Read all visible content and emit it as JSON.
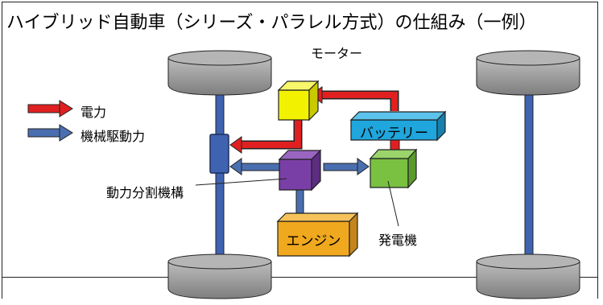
{
  "title": "ハイブリッド自動車（シリーズ・パラレル方式）の仕組み（一例）",
  "legend": [
    {
      "label": "電力",
      "color": "#e02020"
    },
    {
      "label": "機械駆動力",
      "color": "#4a6fb0"
    }
  ],
  "components": {
    "motor": "モーター",
    "battery": "バッテリー",
    "power_split": "動力分割機構",
    "engine": "エンジン",
    "generator": "発電機"
  },
  "colors": {
    "motor": "#f2f200",
    "battery": "#1ea6dd",
    "power_split": "#7a3fa6",
    "engine": "#f0a81e",
    "generator": "#7ac142",
    "wheel": "#9a9a9a",
    "axle": "#3f63b0",
    "electric_arrow": "#e02020",
    "mechanical_arrow": "#4a6fb0"
  }
}
